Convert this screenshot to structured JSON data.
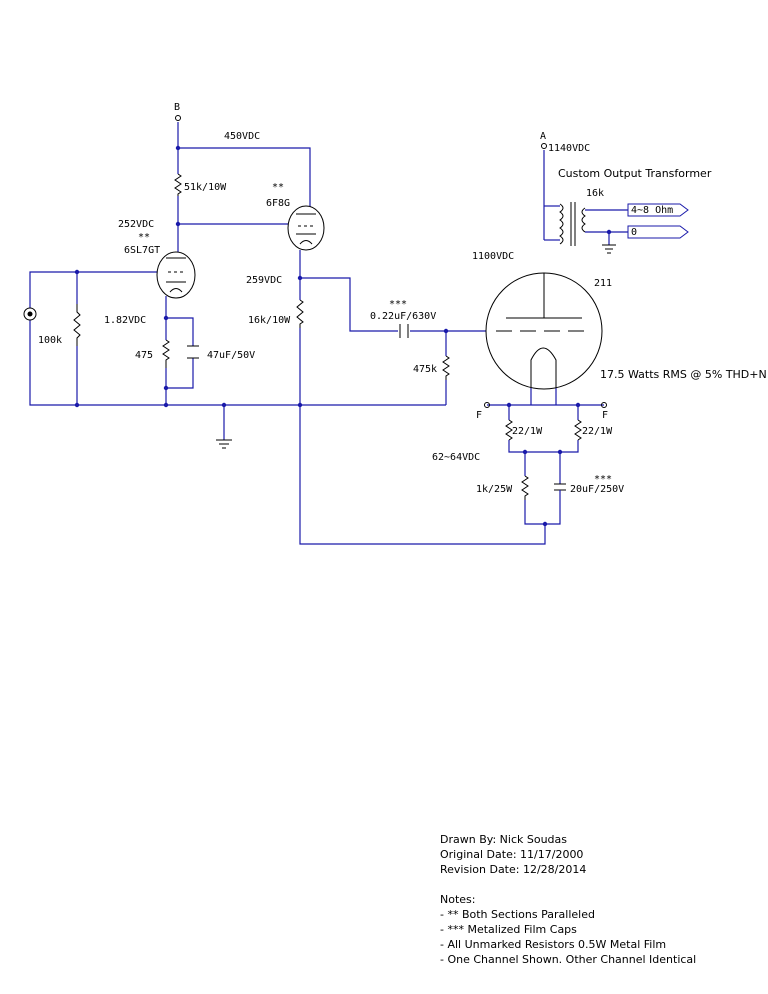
{
  "nodes": {
    "b": "B",
    "a": "A",
    "f_left": "F",
    "f_right": "F"
  },
  "voltages": {
    "b_plus": "450VDC",
    "driver_plate": "252VDC",
    "driver_cathode": "1.82VDC",
    "cf_cathode": "259VDC",
    "output_plate": "1100VDC",
    "a_supply": "1140VDC",
    "filament_bias": "62~64VDC"
  },
  "tubes": {
    "driver": {
      "name": "6SL7GT",
      "mark": "**"
    },
    "cathode_follower": {
      "name": "6F8G",
      "mark": "**"
    },
    "output": {
      "name": "211"
    }
  },
  "resistors": {
    "input": "100k",
    "plate_load": "51k/10W",
    "cathode": "475",
    "cf_load": "16k/10W",
    "grid": "475k",
    "hum_left": "22/1W",
    "hum_right": "22/1W",
    "bias": "1k/25W"
  },
  "capacitors": {
    "cathode_bypass": "47uF/50V",
    "coupling": {
      "value": "0.22uF/630V",
      "mark": "***"
    },
    "bias_bypass": {
      "value": "20uF/250V",
      "mark": "***"
    }
  },
  "transformer": {
    "title": "Custom Output Transformer",
    "primary": "16k",
    "tap_high": "4~8 Ohm",
    "tap_low": "0"
  },
  "output_spec": "17.5 Watts RMS @ 5% THD+N",
  "credits": {
    "drawn_by": "Drawn By: Nick Soudas",
    "original_date": "Original Date: 11/17/2000",
    "revision_date": "Revision Date: 12/28/2014"
  },
  "notes": {
    "heading": "Notes:",
    "items": [
      "- ** Both Sections Paralleled",
      "- *** Metalized Film Caps",
      "- All Unmarked Resistors 0.5W Metal Film",
      "- One Channel Shown. Other Channel Identical"
    ]
  }
}
